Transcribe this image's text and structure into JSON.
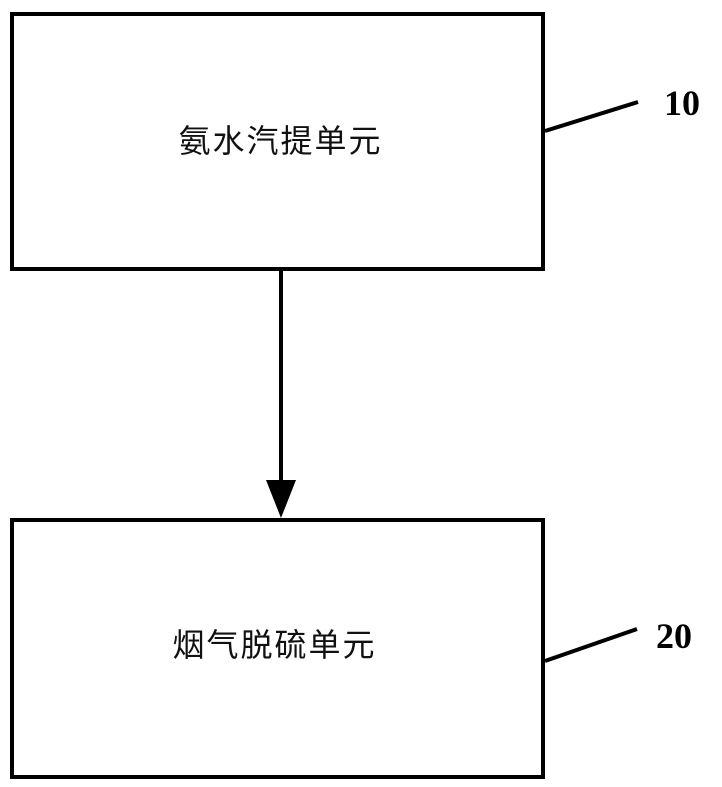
{
  "diagram": {
    "nodes": [
      {
        "id": "stripping",
        "label": "氨水汽提单元",
        "ref": "10"
      },
      {
        "id": "desulfurization",
        "label": "烟气脱硫单元",
        "ref": "20"
      }
    ],
    "edges": [
      {
        "from": "stripping",
        "to": "desulfurization",
        "arrow": "filled-triangle"
      }
    ],
    "colors": {
      "stroke": "#000000",
      "background": "#ffffff"
    }
  }
}
